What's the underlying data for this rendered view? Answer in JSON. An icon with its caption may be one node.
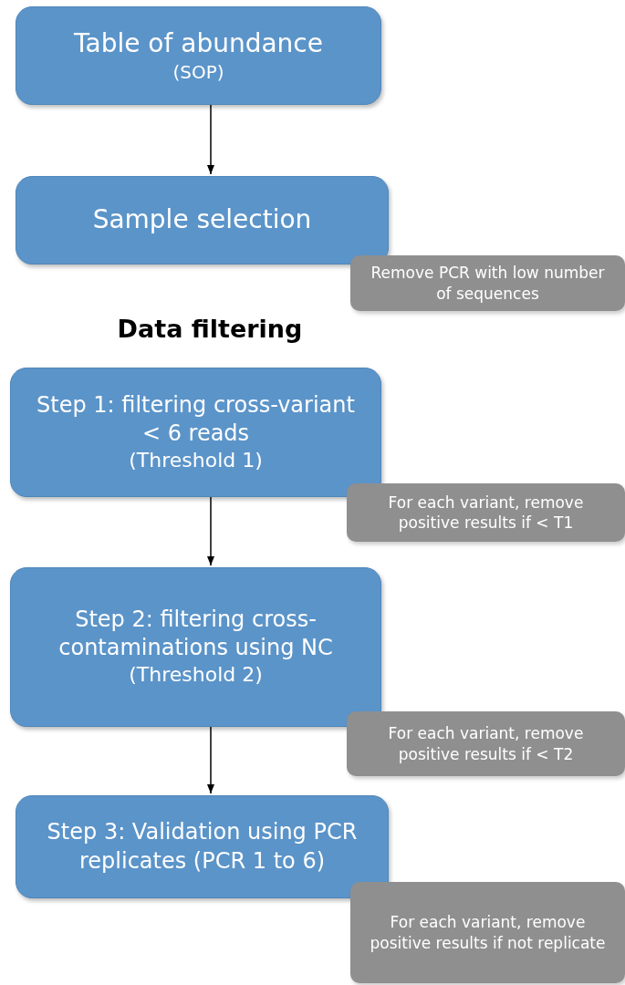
{
  "diagram": {
    "nodes": [
      {
        "text": [
          "Table of abundance",
          "(SOP)"
        ]
      },
      {
        "text": [
          "Sample selection"
        ]
      },
      {
        "text": [
          "Remove PCR with low number of sequences"
        ]
      },
      {
        "text": [
          "Step 1: filtering cross-variant < 6 reads",
          "(Threshold 1)"
        ]
      },
      {
        "text": [
          "For each variant, remove positive results if  < T1"
        ]
      },
      {
        "text": [
          "Step 2: filtering cross-contaminations using NC",
          "(Threshold 2)"
        ]
      },
      {
        "text": [
          "For each variant, remove positive results if  < T2"
        ]
      },
      {
        "text": [
          "Step 3: Validation using PCR replicates (PCR 1 to 6)"
        ]
      },
      {
        "text": [
          "For each variant, remove positive results if not replicate"
        ]
      }
    ],
    "edges": [
      {
        "from": 0,
        "to": 1,
        "arrow": "to"
      },
      {
        "from": 3,
        "to": 5,
        "arrow": "to"
      },
      {
        "from": 5,
        "to": 7,
        "arrow": "to"
      }
    ],
    "labels": [
      "Data filtering"
    ]
  }
}
